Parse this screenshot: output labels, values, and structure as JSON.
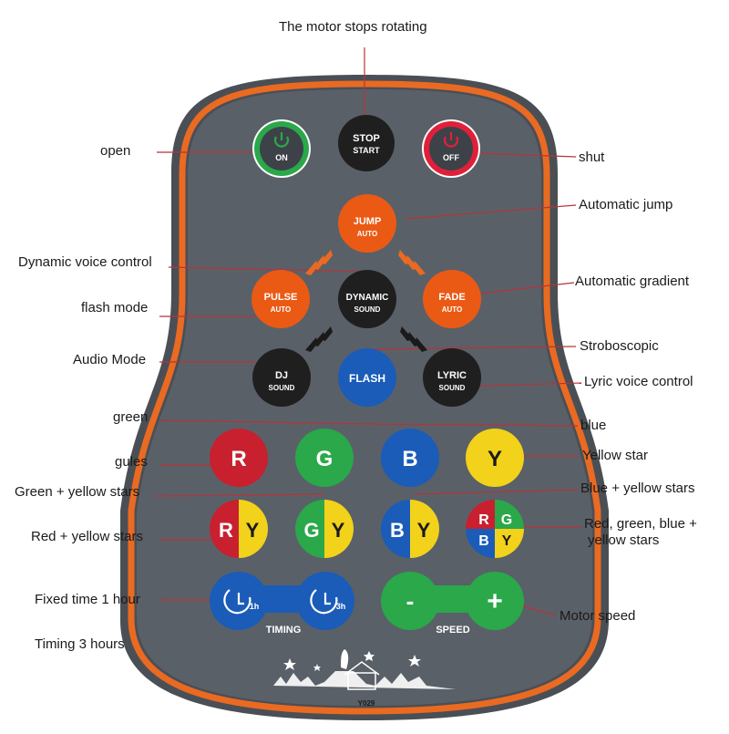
{
  "colors": {
    "remote_body": "#5a6068",
    "remote_rim": "#ea6a22",
    "remote_outer": "#4a4f55",
    "on_ring": "#2aa84a",
    "off_ring": "#e0203a",
    "orange_button": "#ea5a14",
    "black_button": "#1f1f1f",
    "blue_button": "#1a5cb8",
    "red": "#c8202f",
    "green": "#2aa84a",
    "yellow": "#f2d21a",
    "leader_line": "#b3353a"
  },
  "buttons": {
    "stop": {
      "line1": "STOP",
      "line2": "START"
    },
    "on": {
      "text": "ON",
      "icon": "power-icon"
    },
    "off": {
      "text": "OFF",
      "icon": "power-icon"
    },
    "jump": {
      "line1": "JUMP",
      "line2": "AUTO"
    },
    "pulse": {
      "line1": "PULSE",
      "line2": "AUTO"
    },
    "dynamic": {
      "line1": "DYNAMIC",
      "line2": "SOUND"
    },
    "fade": {
      "line1": "FADE",
      "line2": "AUTO"
    },
    "dj": {
      "line1": "DJ",
      "line2": "SOUND"
    },
    "flash": {
      "text": "FLASH"
    },
    "lyric": {
      "line1": "LYRIC",
      "line2": "SOUND"
    },
    "r": "R",
    "g": "G",
    "b": "B",
    "y": "Y",
    "timer_1h": {
      "text": "1h",
      "icon": "clock-icon"
    },
    "timer_3h": {
      "text": "3h",
      "icon": "clock-icon"
    },
    "minus": "-",
    "plus": "+"
  },
  "bars": {
    "timing": "TIMING",
    "speed": "SPEED"
  },
  "model": "Y029",
  "labels": {
    "top": "The motor stops rotating",
    "open": "open",
    "shut": "shut",
    "automatic_jump": "Automatic jump",
    "dynamic_voice_control": "Dynamic voice control",
    "automatic_gradient": "Automatic gradient",
    "flash_mode": "flash mode",
    "stroboscopic": "Stroboscopic",
    "audio_mode": "Audio Mode",
    "lyric_voice_control": "Lyric voice control",
    "green": "green",
    "blue": "blue",
    "gules": "gules",
    "yellow_star": "Yellow star",
    "green_yellow": "Green + yellow stars",
    "blue_yellow": "Blue + yellow stars",
    "red_yellow": "Red + yellow stars",
    "rgby_line1": "Red, green, blue +",
    "rgby_line2": "yellow stars",
    "fixed_1h": "Fixed time 1 hour",
    "motor_speed": "Motor speed",
    "timing_3h": "Timing 3 hours"
  }
}
